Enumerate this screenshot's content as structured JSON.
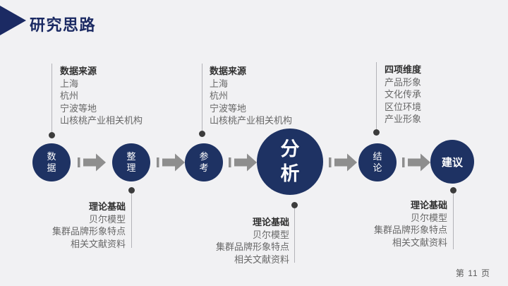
{
  "slide": {
    "title": "研究思路",
    "page_label": "第 11 页"
  },
  "flow": {
    "steps": [
      {
        "label": "数据"
      },
      {
        "label": "整理"
      },
      {
        "label": "参考"
      },
      {
        "label": "分析"
      },
      {
        "label": "结论"
      },
      {
        "label": "建议"
      }
    ]
  },
  "annotations": {
    "top": [
      {
        "title": "数据来源",
        "items": [
          "上海",
          "杭州",
          "宁波等地",
          "山核桃产业相关机构"
        ]
      },
      {
        "title": "数据来源",
        "items": [
          "上海",
          "杭州",
          "宁波等地",
          "山核桃产业相关机构"
        ]
      },
      {
        "title": "四项维度",
        "items": [
          "产品形象",
          "文化传承",
          "区位环境",
          "产业形象"
        ]
      }
    ],
    "bottom": [
      {
        "title": "理论基础",
        "items": [
          "贝尔模型",
          "集群品牌形象特点",
          "相关文献资料"
        ]
      },
      {
        "title": "理论基础",
        "items": [
          "贝尔模型",
          "集群品牌形象特点",
          "相关文献资料"
        ]
      },
      {
        "title": "理论基础",
        "items": [
          "贝尔模型",
          "集群品牌形象特点",
          "相关文献资料"
        ]
      }
    ]
  },
  "colors": {
    "background": "#F1F1F3",
    "accent_navy": "#1E3263",
    "title_navy": "#1B2A63",
    "arrow_gray": "#8E8E8E",
    "line_gray": "#B3B3B8",
    "dot_gray": "#3C3C3C",
    "note_title": "#303030",
    "note_text": "#686868",
    "page_text": "#595959"
  }
}
